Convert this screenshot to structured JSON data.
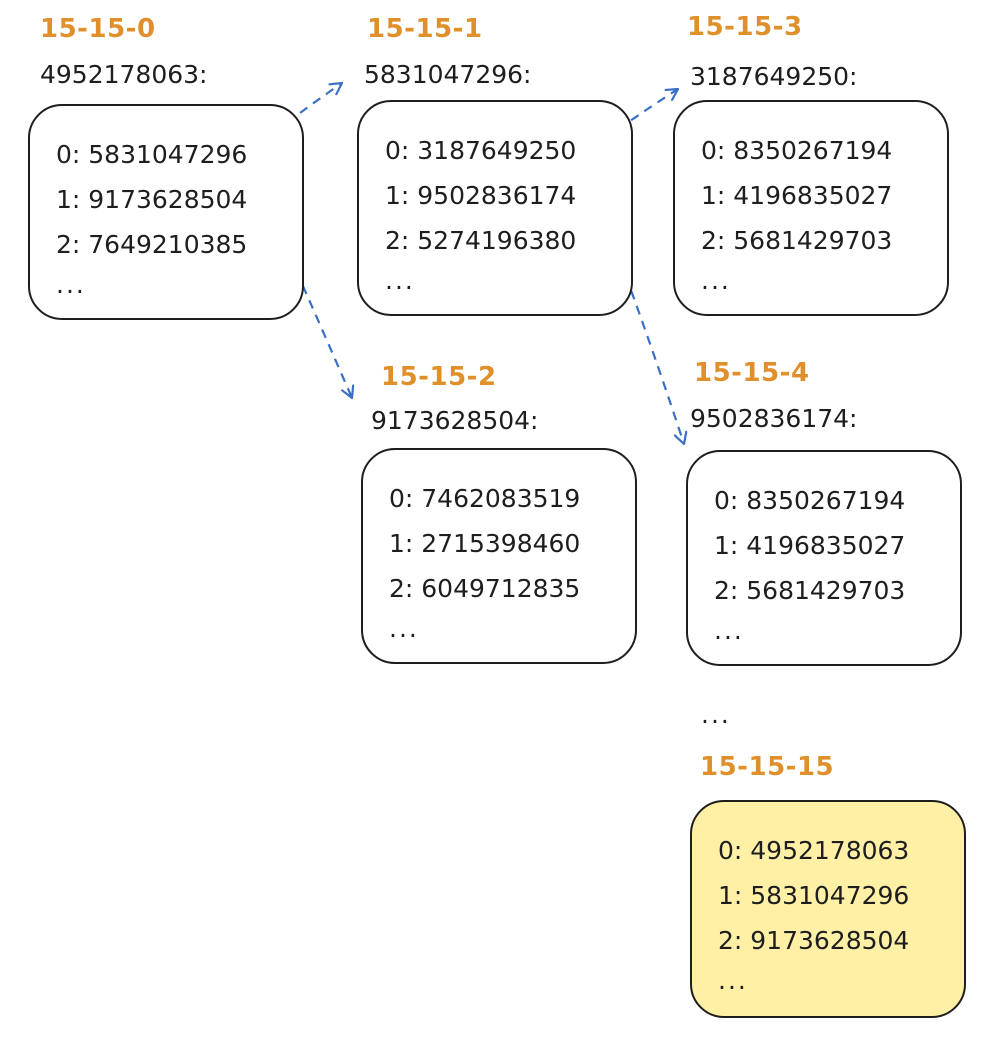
{
  "colors": {
    "label": "#e0902b",
    "arrow": "#3b6fc4",
    "highlight_fill": "#fff0a6",
    "ink": "#1e1e1e"
  },
  "nodes": [
    {
      "label": "15-15-0",
      "key": "4952178063:",
      "entries": [
        "0: 5831047296",
        "1: 9173628504",
        "2: 7649210385"
      ],
      "more": "..."
    },
    {
      "label": "15-15-1",
      "key": "5831047296:",
      "entries": [
        "0: 3187649250",
        "1: 9502836174",
        "2: 5274196380"
      ],
      "more": "..."
    },
    {
      "label": "15-15-3",
      "key": "3187649250:",
      "entries": [
        "0: 8350267194",
        "1: 4196835027",
        "2: 5681429703"
      ],
      "more": "..."
    },
    {
      "label": "15-15-2",
      "key": "9173628504:",
      "entries": [
        "0: 7462083519",
        "1: 2715398460",
        "2: 6049712835"
      ],
      "more": "..."
    },
    {
      "label": "15-15-4",
      "key": "9502836174:",
      "entries": [
        "0: 8350267194",
        "1: 4196835027",
        "2: 5681429703"
      ],
      "more": "..."
    },
    {
      "label": "15-15-15",
      "key": "",
      "entries": [
        "0: 4952178063",
        "1: 5831047296",
        "2: 9173628504"
      ],
      "more": "...",
      "highlighted": true
    }
  ],
  "gap_ellipsis": "...",
  "edges": [
    {
      "from": "15-15-0",
      "to": "15-15-1"
    },
    {
      "from": "15-15-0",
      "to": "15-15-2"
    },
    {
      "from": "15-15-1",
      "to": "15-15-3"
    },
    {
      "from": "15-15-1",
      "to": "15-15-4"
    }
  ]
}
